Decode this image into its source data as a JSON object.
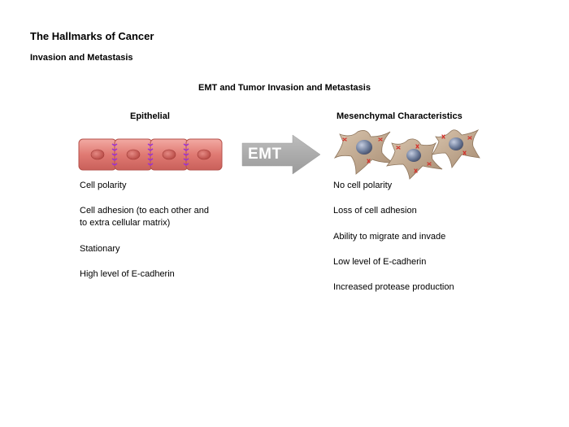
{
  "title": "The Hallmarks of Cancer",
  "subtitle": "Invasion and Metastasis",
  "diagram_title": "EMT and Tumor Invasion and Metastasis",
  "epithelial": {
    "heading": "Epithelial",
    "characteristics": [
      "Cell polarity",
      "Cell adhesion (to each other and",
      "to extra cellular matrix)",
      "Stationary",
      "High level of E-cadherin"
    ]
  },
  "transition": {
    "label": "EMT",
    "arrow_color": "#a8a8a8"
  },
  "mesenchymal": {
    "heading": "Mesenchymal Characteristics",
    "characteristics": [
      "No cell polarity",
      "Loss of cell adhesion",
      "Ability to migrate and invade",
      "Low level of E-cadherin",
      "Increased protease production"
    ]
  },
  "colors": {
    "epithelial_cell": "#e07a73",
    "epithelial_nucleus": "#c0534d",
    "junction": "#9b30d6",
    "mesenchymal_cell": "#c4ab92",
    "mesenchymal_nucleus": "#5c6b88",
    "receptor": "#d4302a"
  }
}
